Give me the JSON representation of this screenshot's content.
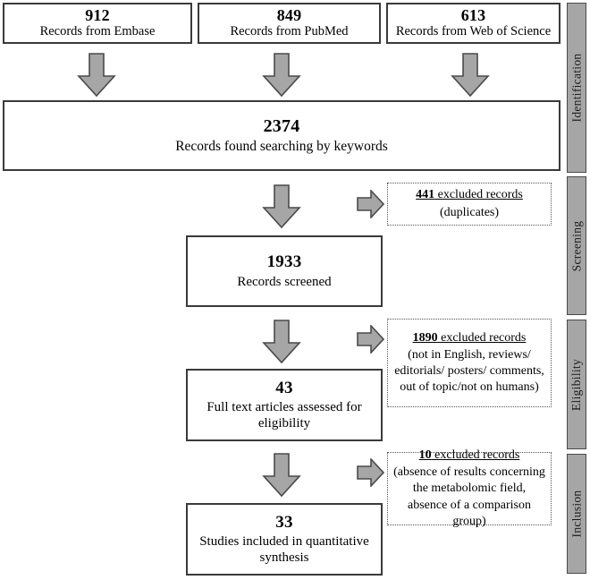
{
  "diagram": {
    "title": "PRISMA flow diagram",
    "colors": {
      "box_border": "#3a3a3a",
      "arrow_fill": "#a6a6a6",
      "arrow_stroke": "#4a4a4a",
      "stagebar_fill": "#a6a6a6",
      "stagebar_border": "#4a4a4a",
      "dotted_border": "#555555",
      "background": "#ffffff"
    }
  },
  "sources": [
    {
      "count": "912",
      "label": "Records from Embase"
    },
    {
      "count": "849",
      "label": "Records from PubMed"
    },
    {
      "count": "613",
      "label": "Records from Web of Science"
    }
  ],
  "total": {
    "count": "2374",
    "label": "Records found searching by keywords"
  },
  "stages": [
    {
      "count": "1933",
      "label": "Records screened"
    },
    {
      "count": "43",
      "label": "Full text articles assessed for eligibility"
    },
    {
      "count": "33",
      "label": "Studies included in quantitative synthesis"
    }
  ],
  "exclusions": [
    {
      "count": "441",
      "head_rest": " excluded records",
      "reasons": "(duplicates)"
    },
    {
      "count": "1890",
      "head_rest": " excluded records",
      "reasons": "(not in English, reviews/\neditorials/ posters/ comments,\nout of topic/not on humans)"
    },
    {
      "count": "10",
      "head_rest": " excluded records",
      "reasons": "(absence of results concerning\nthe metabolomic field,\nabsence of a comparison group)"
    }
  ],
  "phases": [
    {
      "label": "Identification"
    },
    {
      "label": "Screening"
    },
    {
      "label": "Eligibility"
    },
    {
      "label": "Inclusion"
    }
  ],
  "icons": {
    "arrow_down": "arrow-down-icon",
    "arrow_right": "arrow-right-icon"
  }
}
